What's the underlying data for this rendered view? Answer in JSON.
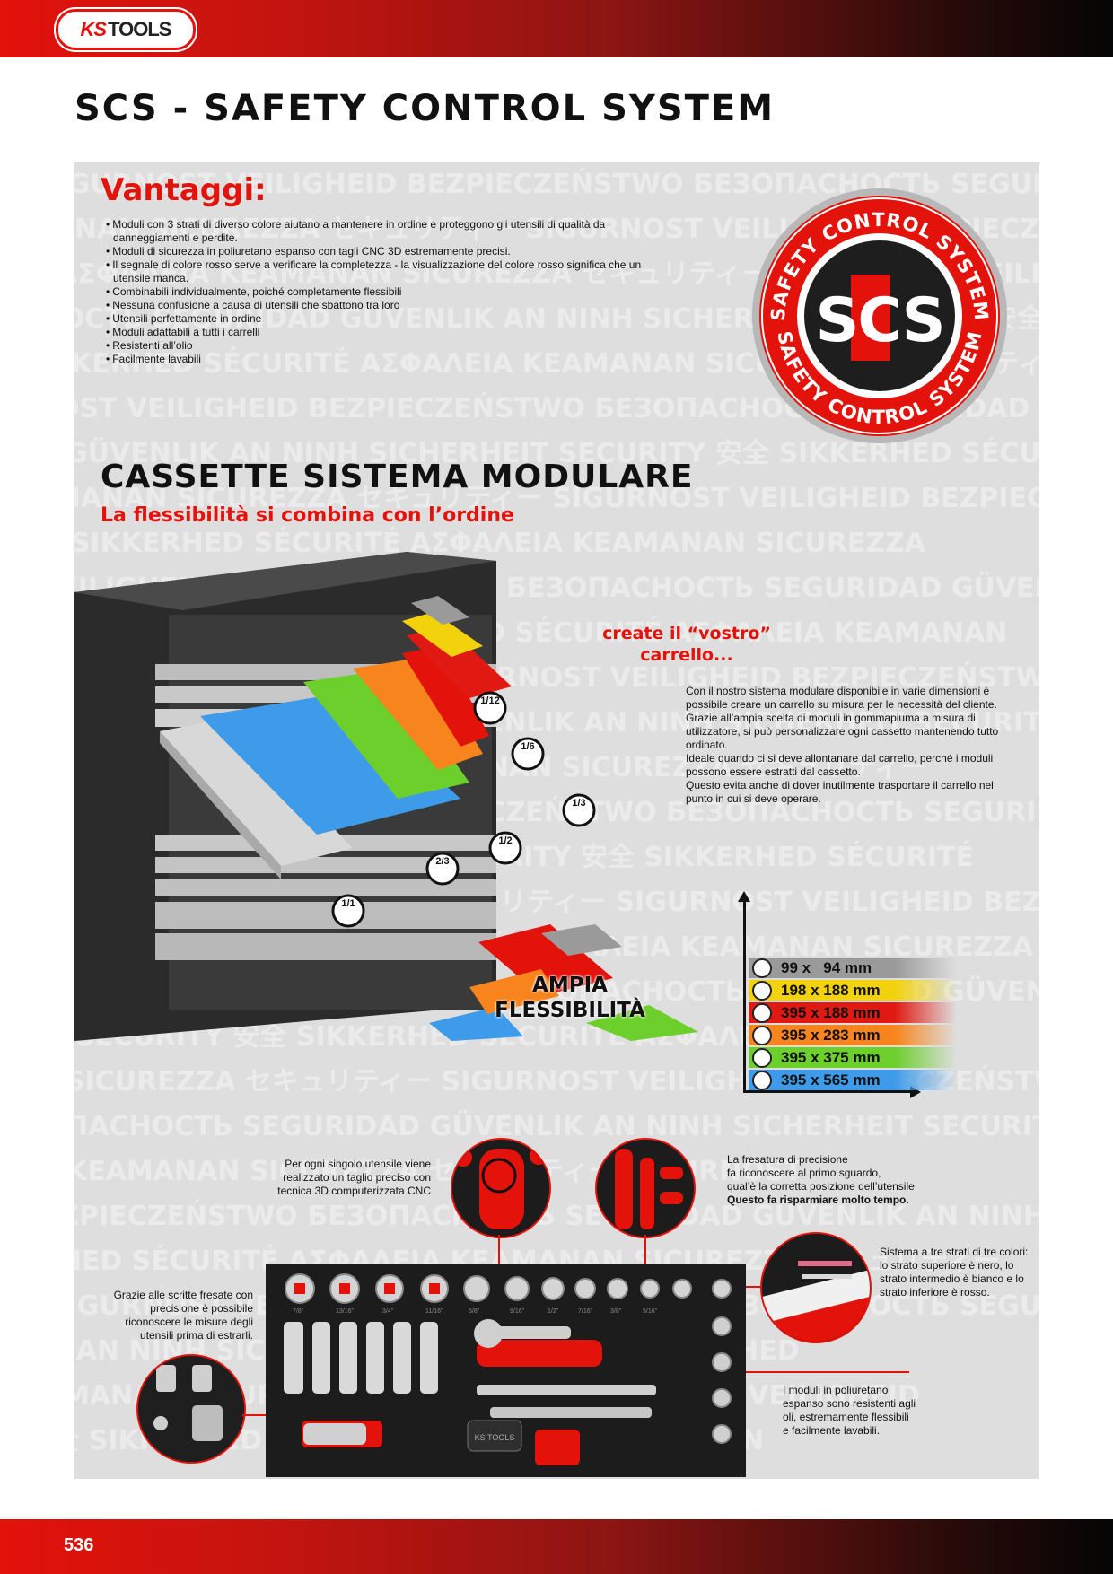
{
  "brand": {
    "logo_ks": "KS",
    "logo_tools": "TOOLS"
  },
  "title": "SCS - SAFETY CONTROL SYSTEM",
  "vantaggi": {
    "heading": "Vantaggi:",
    "items": [
      "Moduli con 3 strati di diverso colore aiutano a mantenere in ordine e proteggono gli utensili di qualità da danneggiamenti e perdite.",
      "Moduli di sicurezza in poliuretano espanso con tagli CNC 3D estremamente precisi.",
      "Il segnale di colore rosso serve a verificare la completezza - la visualizzazione del colore rosso significa che un utensile manca.",
      "Combinabili individualmente, poiché completamente flessibili",
      "Nessuna confusione a causa di utensili che sbattono tra loro",
      "Utensili perfettamente in ordine",
      "Moduli adattabili a tutti i carrelli",
      "Resistenti all’olio",
      "Facilmente lavabili"
    ]
  },
  "badge": {
    "ring_text": "SAFETY CONTROL SYSTEM",
    "letters": "SCS"
  },
  "modular": {
    "title": "CASSETTE SISTEMA MODULARE",
    "tagline": "La flessibilità si combina con l’ordine",
    "slogan_line1": "create il “vostro”",
    "slogan_line2": "carrello...",
    "description": "Con il nostro sistema modulare disponibile in varie dimensioni è possibile creare un carrello su misura per le necessità del cliente. Grazie all’ampia scelta di moduli in gommapiuma a misura di utilizzatore, si può personalizzare ogni cassetto mantenendo tutto ordinato.\nIdeale quando ci si deve allontanare dal carrello, perché i moduli possono essere estratti dal cassetto.\nQuesto evita anche di dover inutilmente trasportare il carrello nel punto in cui si deve operare.",
    "module_labels": [
      "1/12",
      "1/6",
      "1/3",
      "1/2",
      "2/3",
      "1/1"
    ],
    "flex_line1": "AMPIA",
    "flex_line2": "FLESSIBILITÀ"
  },
  "sizes": [
    {
      "label": "99 x   94 mm",
      "color": "#9a9a9a"
    },
    {
      "label": "198 x 188 mm",
      "color": "#f2d20c"
    },
    {
      "label": "395 x 188 mm",
      "color": "#e01a12"
    },
    {
      "label": "395 x 283 mm",
      "color": "#f7841c"
    },
    {
      "label": "395 x 375 mm",
      "color": "#6ccf2c"
    },
    {
      "label": "395 x 565 mm",
      "color": "#3d9be9"
    }
  ],
  "callouts": {
    "cut": "Per ogni singolo utensile viene realizzato un taglio preciso con tecnica 3D computerizzata CNC",
    "milling_line1": "La fresatura di precisione",
    "milling_line2": "fa riconoscere al primo sguardo,",
    "milling_line3": "qual’è la corretta posizione dell’utensile",
    "milling_bold": "Questo fa risparmiare molto tempo.",
    "layers": "Sistema a tre strati di tre colori: lo strato superiore è nero, lo strato intermedio è bianco e lo strato inferiore è rosso.",
    "labels": "Grazie alle scritte fresate con precisione è possibile riconoscere le misure degli utensili prima di estrarli.",
    "oil": "I moduli in poliuretano espanso sono resistenti agli oli, estremamente flessibili e facilmente lavabili."
  },
  "tray": {
    "brand": "KS TOOLS",
    "sizes": [
      "7/8\"",
      "13/16\"",
      "3/4\"",
      "11/16\"",
      "5/8\"",
      "9/16\"",
      "1/2\"",
      "7/16\"",
      "3/8\"",
      "5/16\""
    ]
  },
  "page_number": "536",
  "colors": {
    "accent": "#e3120b",
    "panel": "#dedede"
  }
}
